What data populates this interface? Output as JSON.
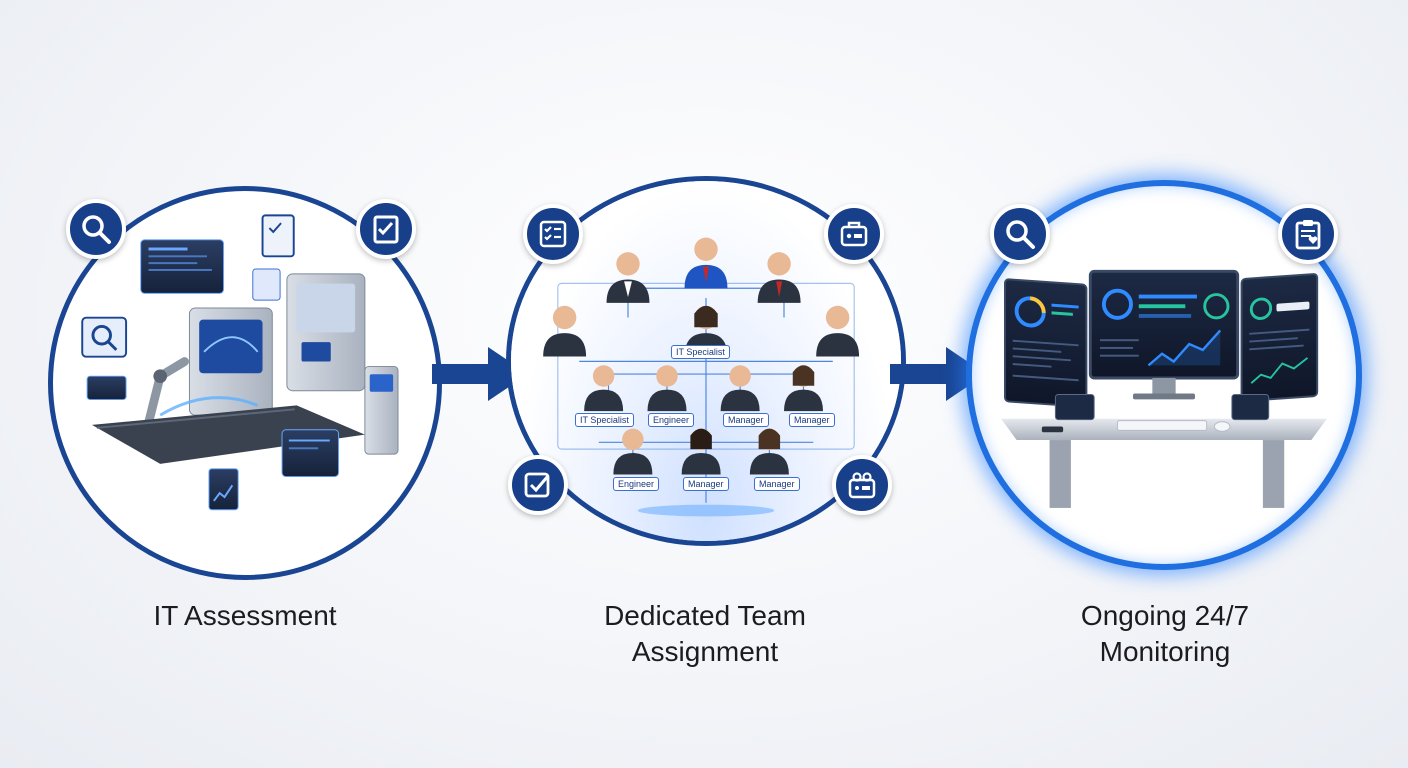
{
  "steps": [
    {
      "id": "assessment",
      "label": "IT Assessment",
      "badge_left": "magnifier-icon",
      "badge_right": "checklist-icon"
    },
    {
      "id": "team",
      "label_line1": "Dedicated Team",
      "label_line2": "Assignment",
      "badge_top_left": "checklist-icon",
      "badge_top_right": "briefcase-icon",
      "badge_bottom_left": "checkbox-icon",
      "badge_bottom_right": "team-icon"
    },
    {
      "id": "monitoring",
      "label_line1": "Ongoing 24/7",
      "label_line2": "Monitoring",
      "badge_left": "magnifier-icon",
      "badge_right": "clipboard-heart-icon"
    }
  ],
  "org_chart": {
    "roles": {
      "it_specialist": "IT Specialist",
      "engineer": "Engineer",
      "manager": "Manager"
    }
  },
  "colors": {
    "primary_navy": "#173f8a",
    "ring_blue": "#1a4593",
    "glow_blue": "#1f6fe0",
    "text": "#1c1c1e"
  }
}
